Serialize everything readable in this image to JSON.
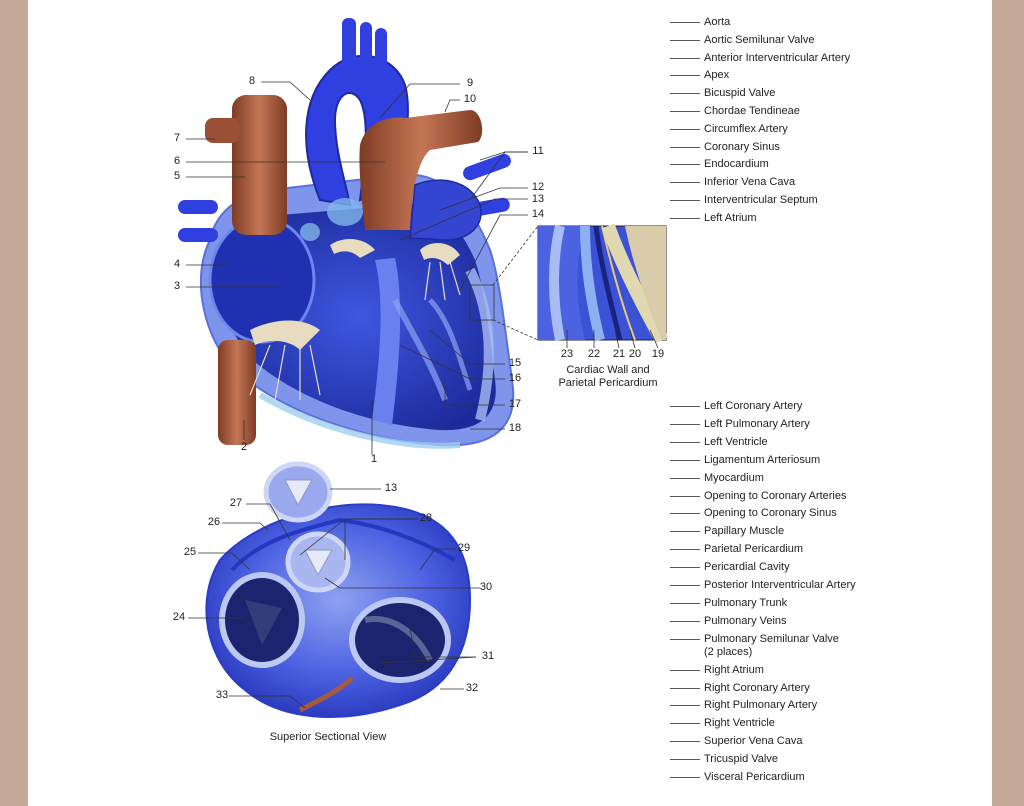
{
  "top_diagram": {
    "labels": [
      "1",
      "2",
      "3",
      "4",
      "5",
      "6",
      "7",
      "8",
      "9",
      "10",
      "11",
      "12",
      "13",
      "14",
      "15",
      "16",
      "17",
      "18"
    ]
  },
  "inset": {
    "labels": [
      "23",
      "22",
      "21",
      "20",
      "19"
    ],
    "caption_line1": "Cardiac Wall and",
    "caption_line2": "Parietal Pericardium"
  },
  "bottom_diagram": {
    "labels": [
      "13",
      "27",
      "28",
      "26",
      "25",
      "29",
      "30",
      "24",
      "31",
      "33",
      "32"
    ],
    "caption": "Superior Sectional View"
  },
  "terms": [
    "Aorta",
    "Aortic Semilunar Valve",
    "Anterior Interventricular Artery",
    "Apex",
    "Bicuspid Valve",
    "Chordae Tendineae",
    "Circumflex Artery",
    "Coronary Sinus",
    "Endocardium",
    "Inferior Vena Cava",
    "Interventricular Septum",
    "Left Atrium",
    "Left Coronary Artery",
    "Left Pulmonary Artery",
    "Left Ventricle",
    "Ligamentum Arteriosum",
    "Myocardium",
    "Opening to Coronary Arteries",
    "Opening to Coronary Sinus",
    "Papillary Muscle",
    "Parietal Pericardium",
    "Pericardial Cavity",
    "Posterior Interventricular Artery",
    "Pulmonary Trunk",
    "Pulmonary Veins",
    "Pulmonary Semilunar Valve\n(2 places)",
    "Right Atrium",
    "Right Coronary Artery",
    "Right Pulmonary Artery",
    "Right Ventricle",
    "Superior Vena Cava",
    "Tricuspid Valve",
    "Visceral Pericardium"
  ],
  "colors": {
    "vein_blue": "#2f3fe0",
    "chamber_blue": "#3b4fd8",
    "artery_brown": "#a65a3c",
    "valve_tan": "#e8dcc0",
    "wall_light": "#9fb3f0"
  }
}
